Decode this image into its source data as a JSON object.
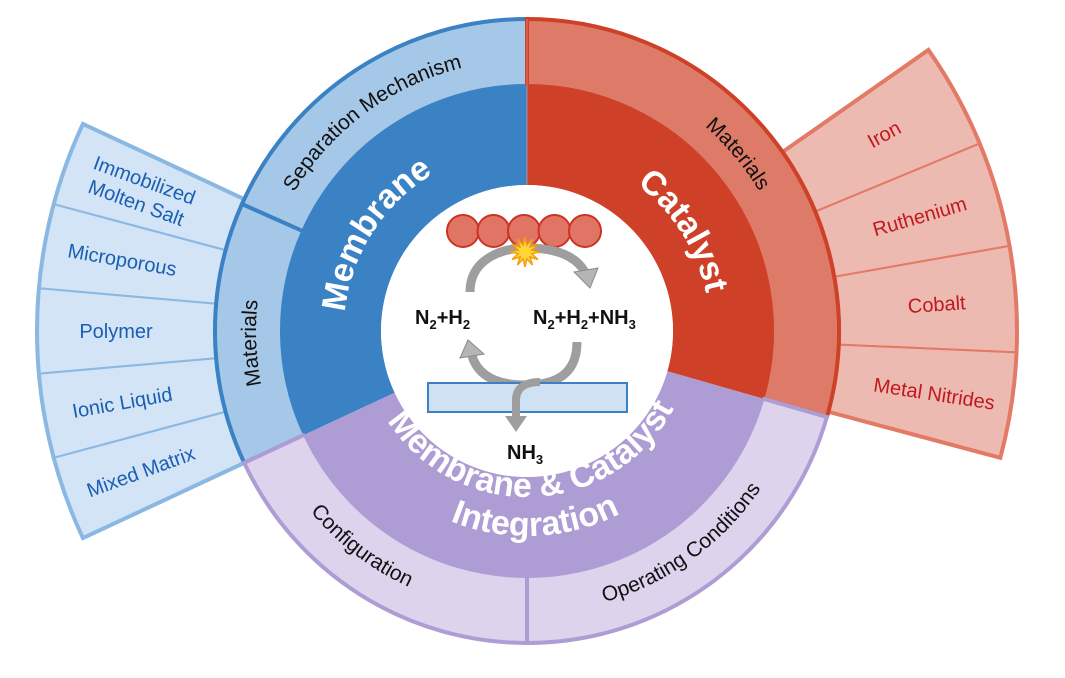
{
  "title": "Membrane reactor ammonia synthesis overview",
  "colors": {
    "membrane_dark": "#3a82c4",
    "membrane_light": "#a6c8e8",
    "membrane_fan": "#d2e4f5",
    "membrane_border": "#3a82c4",
    "membrane_fan_border": "#8ab8e3",
    "membrane_text": "#1a5fb4",
    "catalyst_dark": "#cf4028",
    "catalyst_light": "#de7b68",
    "catalyst_fan": "#ecbab1",
    "catalyst_border": "#cf4028",
    "catalyst_fan_border": "#e27a66",
    "catalyst_text": "#c0191e",
    "integration_dark": "#ad9dd4",
    "integration_light": "#ddd3ec",
    "integration_border": "#ad9dd4",
    "arrow_gray": "#9e9e9e",
    "starburst_fill": "#fdd835",
    "starburst_stroke": "#f39c12",
    "membrane_bar_fill": "#cfe2f3"
  },
  "core": {
    "membrane": "Membrane",
    "catalyst": "Catalyst",
    "integration_line1": "Membrane & Catalyst",
    "integration_line2": "Integration"
  },
  "ring": {
    "membrane_segments": [
      "Separation Mechanism",
      "Materials"
    ],
    "catalyst_segments": [
      "Materials"
    ],
    "integration_segments": [
      "Configuration",
      "Operating Conditions"
    ]
  },
  "membrane_materials": [
    [
      "Immobilized",
      "Molten Salt"
    ],
    [
      "Microporous"
    ],
    [
      "Polymer"
    ],
    [
      "Ionic Liquid"
    ],
    [
      "Mixed Matrix"
    ]
  ],
  "catalyst_materials": [
    "Iron",
    "Ruthenium",
    "Cobalt",
    "Metal Nitrides"
  ],
  "center": {
    "reactants": {
      "main": "N",
      "sub1": "2",
      "plus": "+H",
      "sub2": "2"
    },
    "mixture": {
      "a": "N",
      "sa": "2",
      "b": "+H",
      "sb": "2",
      "c": "+NH",
      "sc": "3"
    },
    "product": {
      "main": "NH",
      "sub": "3"
    },
    "catalyst_particles": 5
  }
}
